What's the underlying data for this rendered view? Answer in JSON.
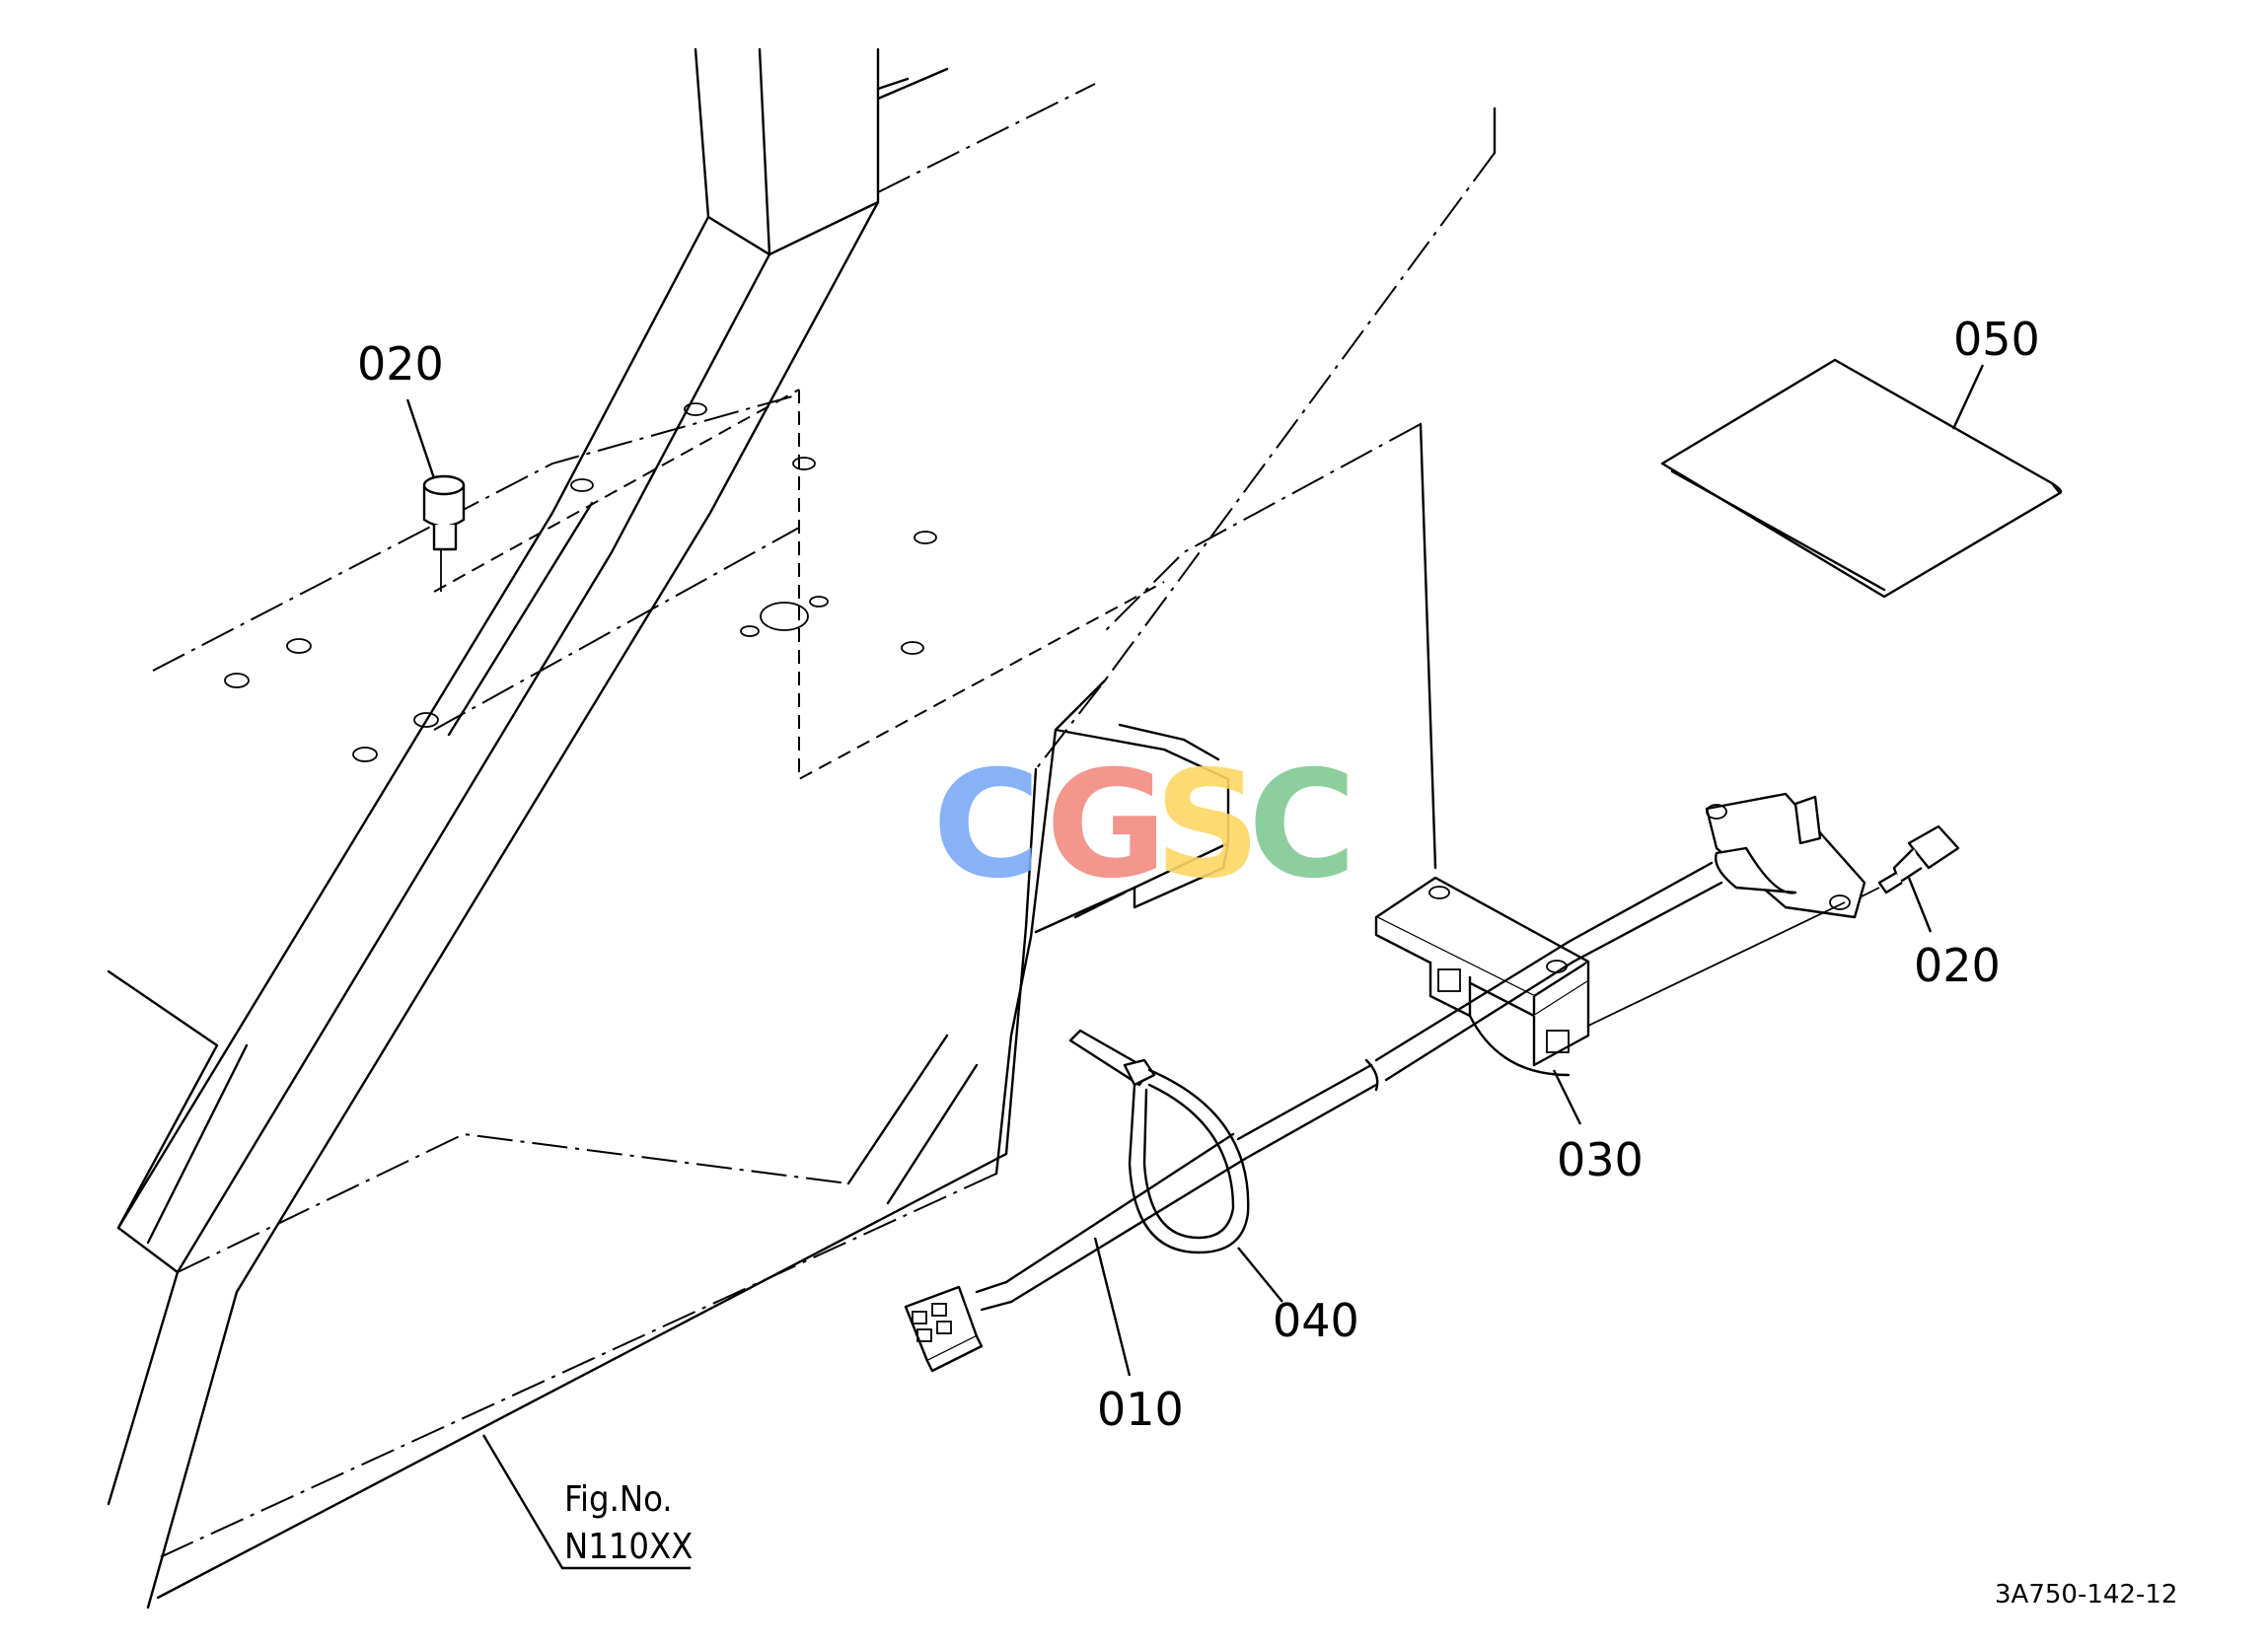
{
  "callouts": [
    {
      "id": "020a",
      "text": "020"
    },
    {
      "id": "050",
      "text": "050"
    },
    {
      "id": "020b",
      "text": "020"
    },
    {
      "id": "030",
      "text": "030"
    },
    {
      "id": "040",
      "text": "040"
    },
    {
      "id": "010",
      "text": "010"
    }
  ],
  "figure": {
    "line1": "Fig.No.",
    "line2": "N110XX"
  },
  "drawing_number": "3A750-142-12",
  "watermark": {
    "letters": [
      "C",
      "G",
      "S",
      "C"
    ],
    "colors": [
      "#7BAAF7",
      "#F28B82",
      "#FDD663",
      "#81C995"
    ]
  }
}
